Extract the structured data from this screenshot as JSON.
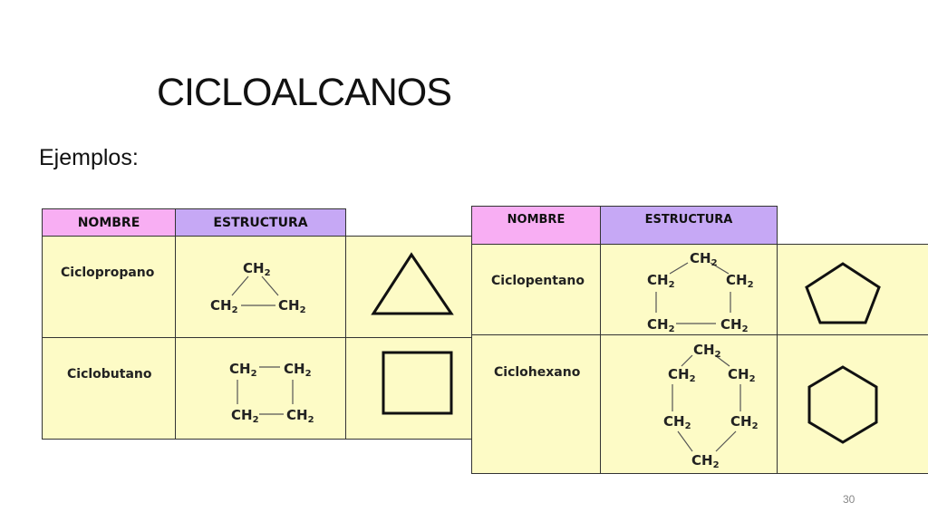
{
  "slide": {
    "title": "CICLOALCANOS",
    "subtitle": "Ejemplos:",
    "page_number": "30"
  },
  "left_table": {
    "header_name": "NOMBRE",
    "header_structure": "ESTRUCTURA",
    "rows": [
      {
        "name": "Ciclopropano",
        "shape": "triangle-icon"
      },
      {
        "name": "Ciclobutano",
        "shape": "square-icon"
      }
    ]
  },
  "right_table": {
    "header_name": "NOMBRE",
    "header_structure": "ESTRUCTURA",
    "rows": [
      {
        "name": "Ciclopentano",
        "shape": "pentagon-icon"
      },
      {
        "name": "Ciclohexano",
        "shape": "hexagon-icon"
      }
    ]
  },
  "group_label": {
    "base": "CH",
    "subscript": "2"
  },
  "colors": {
    "cell_fill": "#fdfbc6",
    "header_name_fill": "#f8aef3",
    "header_structure_fill": "#c6a8f5"
  }
}
